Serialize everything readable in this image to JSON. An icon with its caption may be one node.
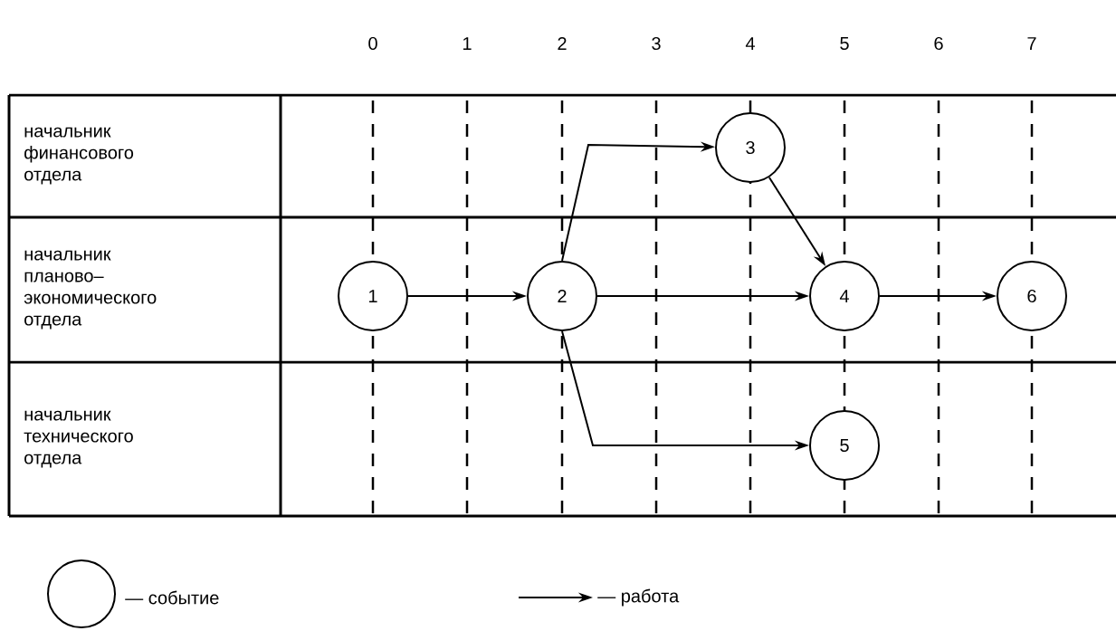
{
  "diagram": {
    "nodes": [
      {
        "text": [
          "3"
        ]
      },
      {
        "text": [
          "1"
        ]
      },
      {
        "text": [
          "2"
        ]
      },
      {
        "text": [
          "4"
        ]
      },
      {
        "text": [
          "6"
        ]
      },
      {
        "text": [
          "5"
        ]
      }
    ],
    "edges": [
      {
        "from": 1,
        "to": 2,
        "arrow": "to"
      },
      {
        "from": 2,
        "to": 0,
        "arrow": "to"
      },
      {
        "from": 0,
        "to": 3,
        "arrow": "to"
      },
      {
        "from": 2,
        "to": 3,
        "arrow": "to"
      },
      {
        "from": 3,
        "to": 4,
        "arrow": "to"
      },
      {
        "from": 2,
        "to": 5,
        "arrow": "to"
      }
    ],
    "labels": [
      "0",
      "1",
      "2",
      "3",
      "4",
      "5",
      "6",
      "7",
      "начальник финансового отдела",
      "начальник планово–экономического отдела",
      "начальник технического отдела"
    ],
    "legend": [
      {
        "text": "— событие"
      },
      {
        "text": "— работа"
      }
    ]
  }
}
